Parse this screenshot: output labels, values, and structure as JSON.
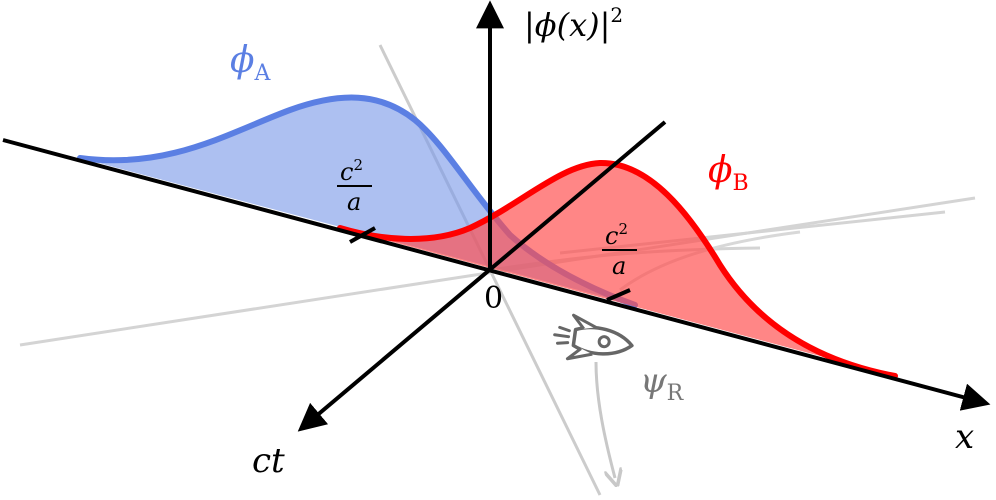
{
  "labels": {
    "phi_a": "ϕ",
    "phi_a_sub": "A",
    "phi_b": "ϕ",
    "phi_b_sub": "B",
    "psi_r": "ψ",
    "psi_r_sub": "R",
    "y_axis": "|ϕ(x)|",
    "y_axis_sup": "2",
    "x_axis": "x",
    "t_axis": "ct",
    "origin": "0",
    "frac_num_a": "c",
    "frac_num_a_sup": "2",
    "frac_den_a": "a",
    "frac_num_b": "c",
    "frac_num_b_sup": "2",
    "frac_den_b": "a"
  },
  "colors": {
    "phi_a_stroke": "#5b7fe3",
    "phi_a_fill": "#7b99e8",
    "phi_b_stroke": "#ff0000",
    "phi_b_fill": "#ff4d4d",
    "axis": "#000000",
    "faint": "#c8c8c8",
    "rocket": "#666666"
  },
  "icons": {
    "rocket": "rocket-icon"
  }
}
